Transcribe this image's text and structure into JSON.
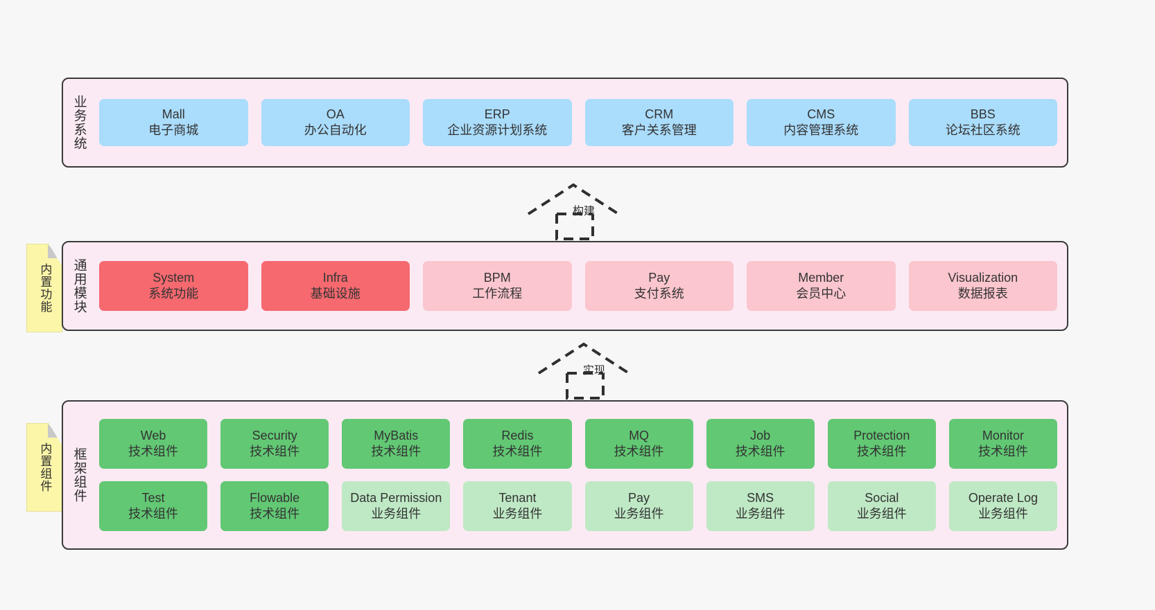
{
  "diagram": {
    "colors": {
      "layer_bg": "#fbeaf4",
      "layer_border": "#3a3a3a",
      "business_node": "#aadcfb",
      "module_core": "#f5696f",
      "module_other": "#fbc6ce",
      "tech_component": "#62c874",
      "biz_component": "#bfe9c5",
      "note": "#fbf6a8",
      "page_bg": "#f7f7f7"
    },
    "layers": [
      {
        "id": "business",
        "title": "业务系统",
        "rows": [
          {
            "nodes": [
              {
                "title": "Mall",
                "sub": "电子商城",
                "style": "blue"
              },
              {
                "title": "OA",
                "sub": "办公自动化",
                "style": "blue"
              },
              {
                "title": "ERP",
                "sub": "企业资源计划系统",
                "style": "blue"
              },
              {
                "title": "CRM",
                "sub": "客户关系管理",
                "style": "blue"
              },
              {
                "title": "CMS",
                "sub": "内容管理系统",
                "style": "blue"
              },
              {
                "title": "BBS",
                "sub": "论坛社区系统",
                "style": "blue"
              }
            ]
          }
        ]
      },
      {
        "id": "modules",
        "title": "通用模块",
        "note": "内置功能",
        "rows": [
          {
            "nodes": [
              {
                "title": "System",
                "sub": "系统功能",
                "style": "red"
              },
              {
                "title": "Infra",
                "sub": "基础设施",
                "style": "red"
              },
              {
                "title": "BPM",
                "sub": "工作流程",
                "style": "pink"
              },
              {
                "title": "Pay",
                "sub": "支付系统",
                "style": "pink"
              },
              {
                "title": "Member",
                "sub": "会员中心",
                "style": "pink"
              },
              {
                "title": "Visualization",
                "sub": "数据报表",
                "style": "pink"
              }
            ]
          }
        ]
      },
      {
        "id": "frame",
        "title": "框架组件",
        "note": "内置组件",
        "rows": [
          {
            "nodes": [
              {
                "title": "Web",
                "sub": "技术组件",
                "style": "green"
              },
              {
                "title": "Security",
                "sub": "技术组件",
                "style": "green"
              },
              {
                "title": "MyBatis",
                "sub": "技术组件",
                "style": "green"
              },
              {
                "title": "Redis",
                "sub": "技术组件",
                "style": "green"
              },
              {
                "title": "MQ",
                "sub": "技术组件",
                "style": "green"
              },
              {
                "title": "Job",
                "sub": "技术组件",
                "style": "green"
              },
              {
                "title": "Protection",
                "sub": "技术组件",
                "style": "green"
              },
              {
                "title": "Monitor",
                "sub": "技术组件",
                "style": "green"
              }
            ]
          },
          {
            "nodes": [
              {
                "title": "Test",
                "sub": "技术组件",
                "style": "green"
              },
              {
                "title": "Flowable",
                "sub": "技术组件",
                "style": "green"
              },
              {
                "title": "Data Permission",
                "sub": "业务组件",
                "style": "lightgreen",
                "wrap": true
              },
              {
                "title": "Tenant",
                "sub": "业务组件",
                "style": "lightgreen"
              },
              {
                "title": "Pay",
                "sub": "业务组件",
                "style": "lightgreen"
              },
              {
                "title": "SMS",
                "sub": "业务组件",
                "style": "lightgreen"
              },
              {
                "title": "Social",
                "sub": "业务组件",
                "style": "lightgreen"
              },
              {
                "title": "Operate Log",
                "sub": "业务组件",
                "style": "lightgreen"
              }
            ]
          }
        ]
      }
    ],
    "connectors": [
      {
        "id": "build",
        "label": "构建",
        "kind": "generalization-dashed-up"
      },
      {
        "id": "impl",
        "label": "实现",
        "kind": "generalization-dashed-up"
      }
    ]
  }
}
